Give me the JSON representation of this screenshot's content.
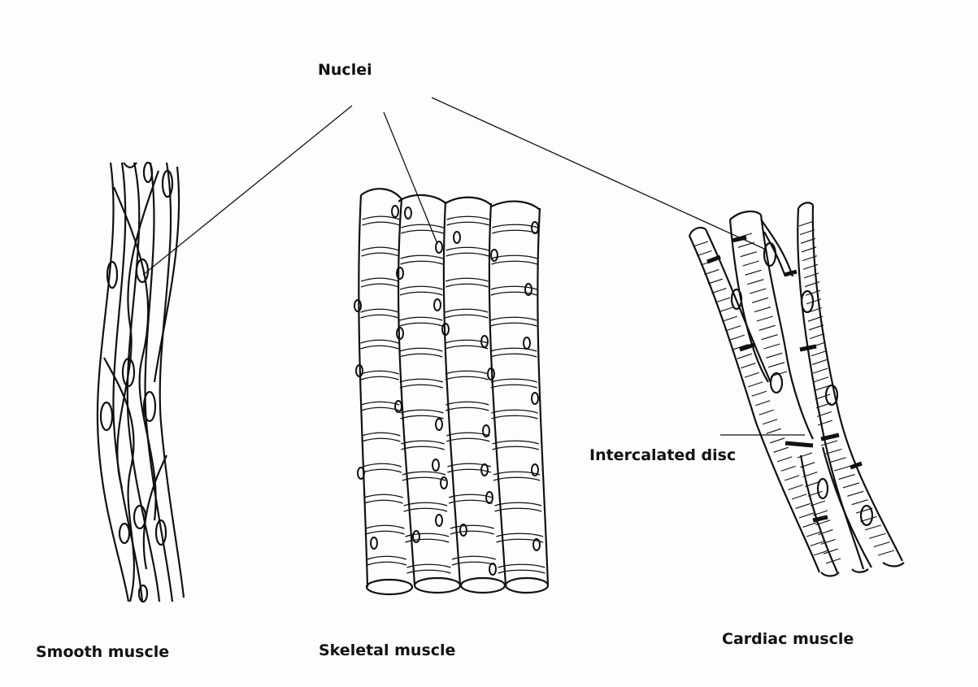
{
  "labels": {
    "nuclei": "Nuclei",
    "intercalated_disc": "Intercalated disc",
    "smooth": "Smooth muscle",
    "skeletal": "Skeletal muscle",
    "cardiac": "Cardiac muscle"
  },
  "colors": {
    "ink": "#111111",
    "background": "#fdfdfd"
  }
}
